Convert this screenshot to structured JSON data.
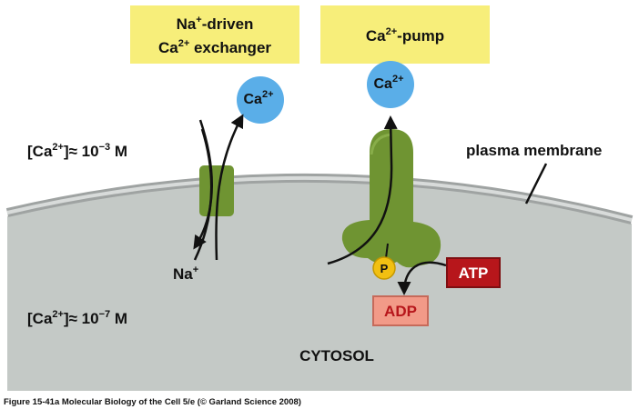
{
  "exchanger": {
    "line1": "Na",
    "line1_sup": "+",
    "line1_rest": "-driven",
    "line2": "Ca",
    "line2_sup": "2+",
    "line2_rest": " exchanger"
  },
  "pump": {
    "label": "Ca",
    "label_sup": "2+",
    "label_rest": "-pump"
  },
  "ion_ca": {
    "base": "Ca",
    "sup": "2+"
  },
  "ion_na": {
    "base": "Na",
    "sup": "+"
  },
  "conc_outside": {
    "prefix": "[Ca",
    "sup": "2+",
    "mid": "]≈ 10",
    "exp": "−3",
    "unit": " M"
  },
  "conc_inside": {
    "prefix": "[Ca",
    "sup": "2+",
    "mid": "]≈ 10",
    "exp": "−7",
    "unit": " M"
  },
  "membrane_label": "plasma membrane",
  "cytosol_label": "CYTOSOL",
  "phosphate": "P",
  "atp": "ATP",
  "adp": "ADP",
  "caption": "Figure 15-41a  Molecular Biology of the Cell 5/e (© Garland Science 2008)",
  "colors": {
    "label_box": "#f7ee7a",
    "ion": "#5aaee8",
    "protein": "#6f9432",
    "protein_dark": "#4d6b1f",
    "membrane": "#b8bcbb",
    "cytosol": "#c4c9c6",
    "atp": "#b7161b",
    "adp": "#f29a88",
    "phosphate": "#f2c012"
  }
}
